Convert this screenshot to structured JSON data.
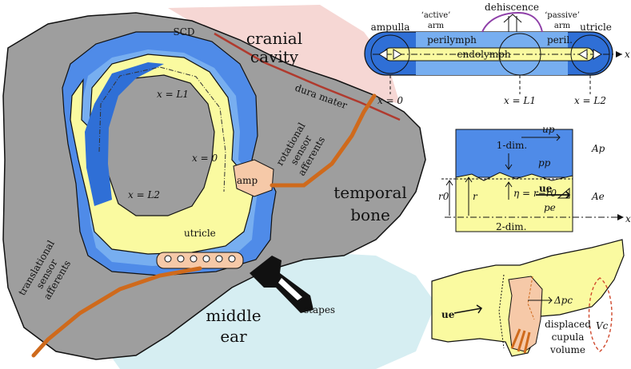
{
  "colors": {
    "bone_gray": "#9e9e9e",
    "cranial_pink": "#f6d7d4",
    "middle_ear_blue": "#d6eef2",
    "perilymph_blue": "#4f8be8",
    "perilymph_light": "#77aef0",
    "endolymph_yellow": "#fafaa0",
    "nerve_orange": "#cf6a1c",
    "dura_red": "#c0392b",
    "dehiscence_purple": "#8e3fa8"
  },
  "anatomy": {
    "scd": "SCD",
    "cranial_cavity": [
      "cranial",
      "cavity"
    ],
    "dura_mater": "dura mater",
    "x_L1": "x = L1",
    "x_0": "x = 0",
    "x_L2": "x = L2",
    "rotational_afferents": [
      "rotational",
      "sensor",
      "afferents"
    ],
    "amp": "amp",
    "temporal_bone": [
      "temporal",
      "bone"
    ],
    "utricle": "utricle",
    "translational_afferents": [
      "translational",
      "sensor",
      "afferents"
    ],
    "middle_ear": [
      "middle",
      "ear"
    ],
    "stapes": "stapes"
  },
  "canal_schematic": {
    "dehiscence": "dehiscence",
    "ampulla": "ampulla",
    "active_arm": [
      "‘active’",
      "arm"
    ],
    "passive_arm": [
      "‘passive’",
      "arm"
    ],
    "utricle": "utricle",
    "perilymph": "perilymph",
    "peril": "peril.",
    "endolymph": "endolymph",
    "x_axis": "x",
    "x0": "x = 0",
    "xL1": "x = L1",
    "xL2": "x = L2"
  },
  "cross_section": {
    "one_dim": "1-dim.",
    "up": "up",
    "Ap": "Ap",
    "pp": "pp",
    "ue": "ue",
    "eta": "η = r−r0",
    "Ae": "Ae",
    "pe": "pe",
    "r0": "r0",
    "r": "r",
    "two_dim": "2-dim.",
    "x_axis": "x"
  },
  "cupula": {
    "ue": "ue",
    "dpc": "Δpc",
    "displaced": [
      "displaced",
      "cupula",
      "volume"
    ],
    "Vc": "Vc"
  }
}
